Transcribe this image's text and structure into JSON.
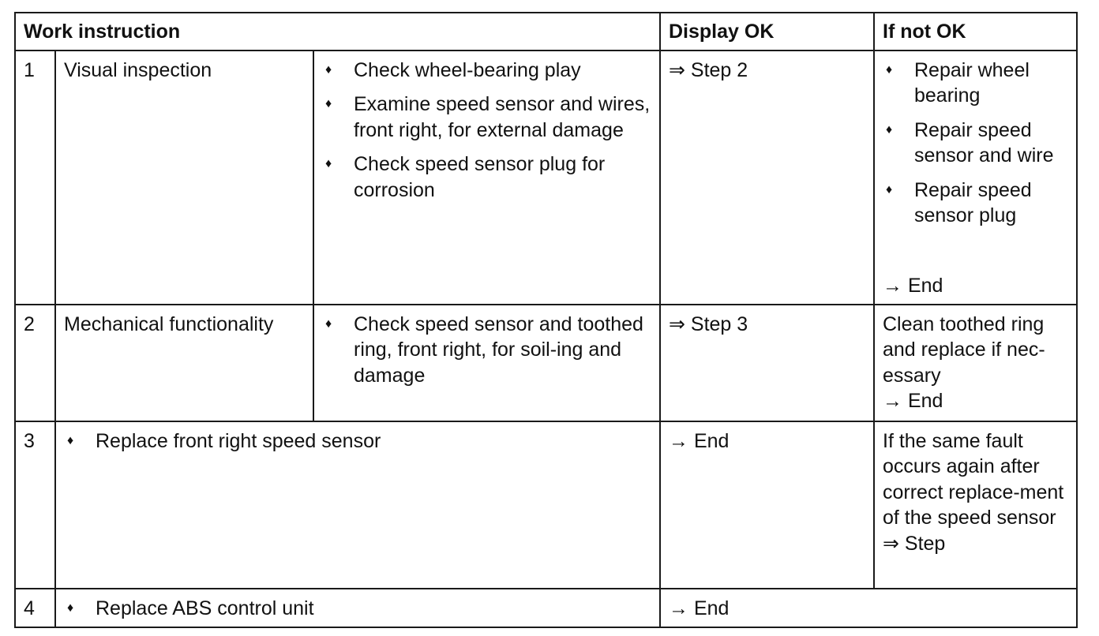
{
  "header": {
    "work_instruction": "Work instruction",
    "display_ok": "Display OK",
    "if_not_ok": "If not OK"
  },
  "rows": [
    {
      "number": "1",
      "title": "Visual inspection",
      "steps": [
        "Check wheel-bearing play",
        "Examine speed sensor and wires, front right, for external damage",
        "Check speed sensor plug for corrosion"
      ],
      "display_ok": "⇒ Step 2",
      "if_not_ok_items": [
        "Repair wheel bearing",
        "Repair speed sensor and wire",
        "Repair speed sensor plug"
      ],
      "if_not_ok_end": "→ End"
    },
    {
      "number": "2",
      "title": "Mechanical functionality",
      "steps": [
        "Check speed sensor and toothed ring, front right, for soil-ing and damage"
      ],
      "display_ok": "⇒ Step 3",
      "if_not_ok_text": "Clean toothed ring and replace if nec-essary",
      "if_not_ok_end": "→ End"
    },
    {
      "number": "3",
      "step": "Replace front right speed sensor",
      "display_ok": "→ End",
      "if_not_ok_text": "If the same fault occurs again after correct replace-ment of the speed sensor",
      "if_not_ok_end": "⇒ Step"
    },
    {
      "number": "4",
      "step": "Replace ABS control unit",
      "display_ok": "→ End"
    }
  ],
  "bullet_glyph": "♦"
}
